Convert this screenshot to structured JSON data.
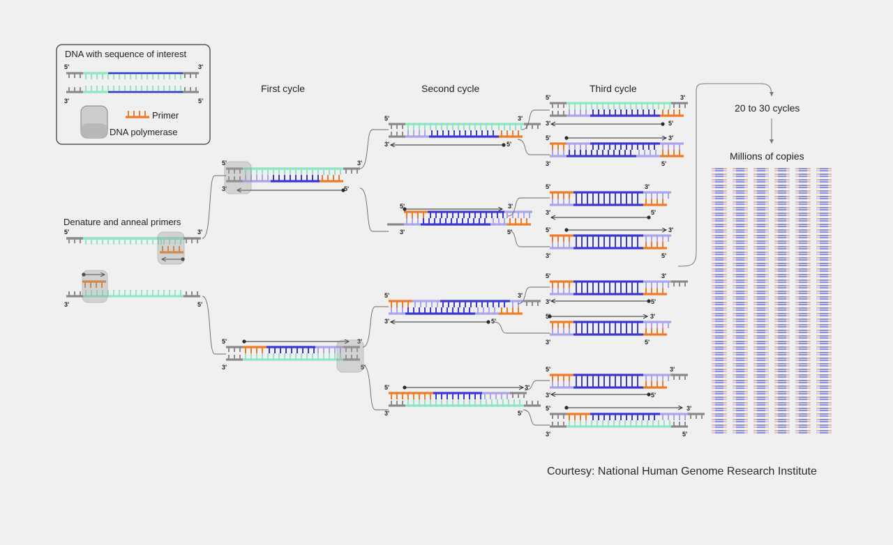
{
  "legend": {
    "title": "DNA with sequence of interest",
    "primer_label": "Primer",
    "polymerase_label": "DNA polymerase"
  },
  "labels": {
    "denature": "Denature and anneal primers",
    "first_cycle": "First cycle",
    "second_cycle": "Second cycle",
    "third_cycle": "Third cycle",
    "cycles_count": "20 to 30 cycles",
    "copies": "Millions of copies",
    "prime5": "5'",
    "prime3": "3'"
  },
  "credit": "Courtesy: National Human Genome Research Institute",
  "colors": {
    "grey": "#8a8a8a",
    "mint": "#8ee6c4",
    "dark_blue": "#3a36d0",
    "light_purple": "#aaa4ea",
    "orange": "#ee7b28",
    "arrow": "#2a2a2a"
  }
}
